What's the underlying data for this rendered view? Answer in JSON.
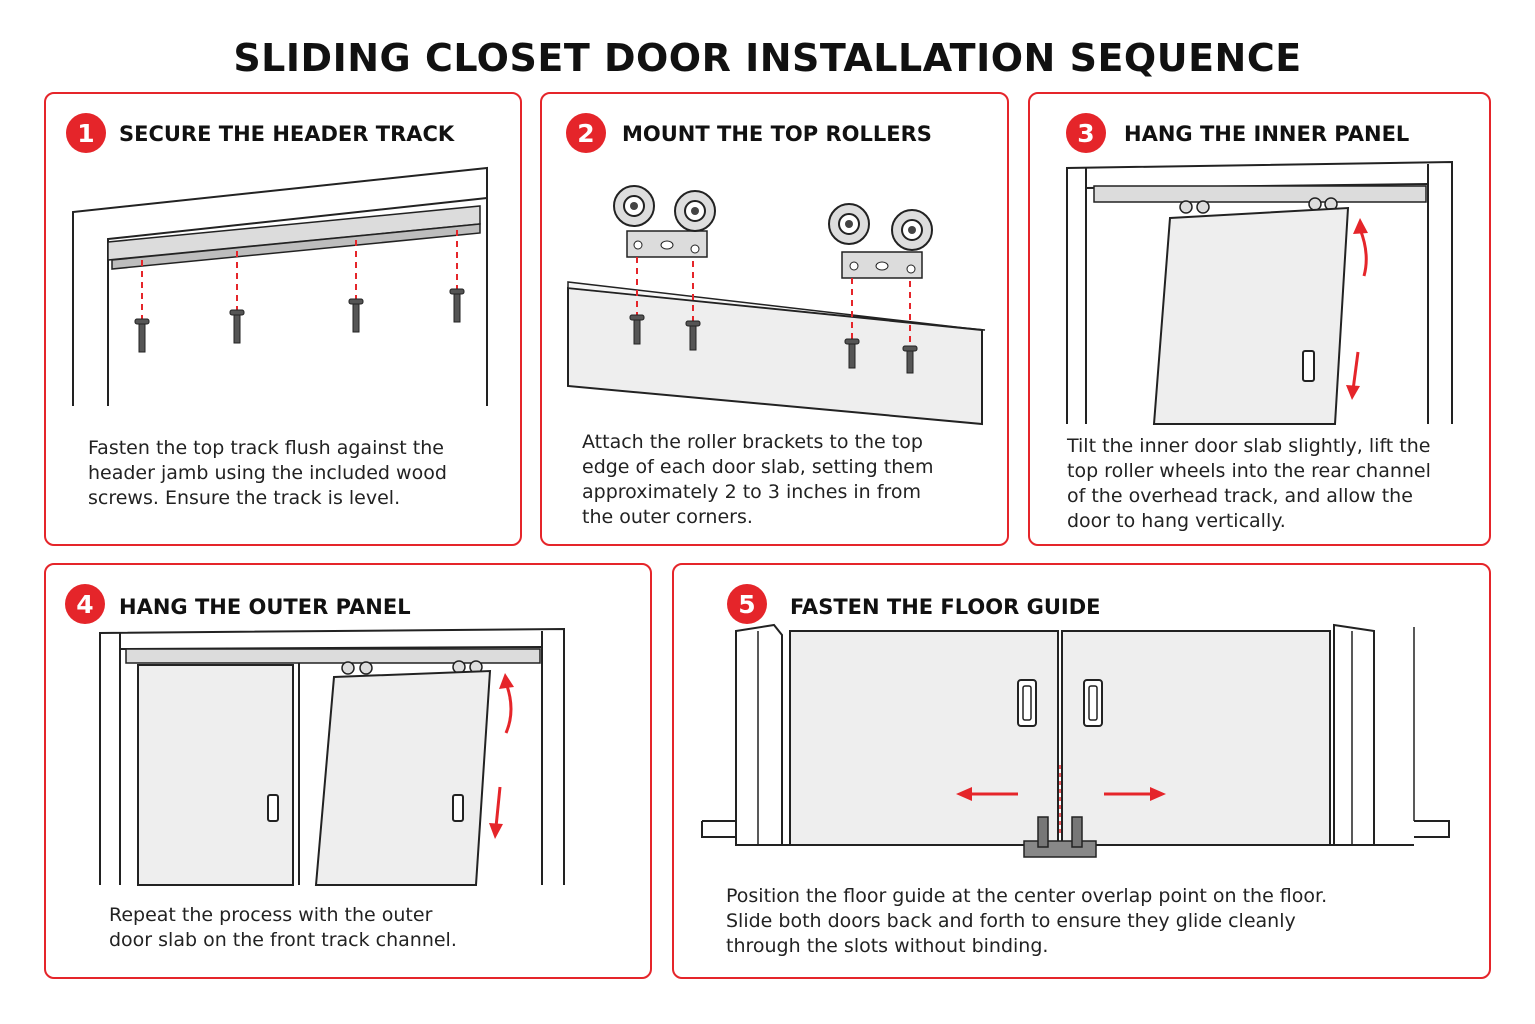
{
  "title": "SLIDING CLOSET DOOR INSTALLATION SEQUENCE",
  "steps": [
    {
      "number": "1",
      "heading": "SECURE THE HEADER TRACK",
      "lines": [
        "Fasten the top track flush against the",
        "header jamb using the included wood",
        "screws. Ensure the track is level."
      ]
    },
    {
      "number": "2",
      "heading": "MOUNT THE TOP ROLLERS",
      "lines": [
        "Attach the roller brackets to the top",
        "edge of each door slab, setting them",
        "approximately 2 to 3 inches in from",
        "the outer corners."
      ]
    },
    {
      "number": "3",
      "heading": "HANG THE INNER PANEL",
      "lines": [
        "Tilt the inner door slab slightly, lift the",
        "top roller wheels into the rear channel",
        "of the overhead track, and allow the",
        "door to hang vertically."
      ]
    },
    {
      "number": "4",
      "heading": "HANG THE OUTER PANEL",
      "lines": [
        "Repeat the process with the outer",
        "door slab on the front track channel."
      ]
    },
    {
      "number": "5",
      "heading": "FASTEN THE FLOOR GUIDE",
      "lines": [
        "Position the floor guide at the center overlap point on the floor.",
        "Slide both doors back and forth to ensure they glide cleanly",
        "through the slots without binding."
      ]
    }
  ],
  "colors": {
    "accent": "#e5252a",
    "door_fill": "#eeeeee",
    "line": "#222222"
  }
}
